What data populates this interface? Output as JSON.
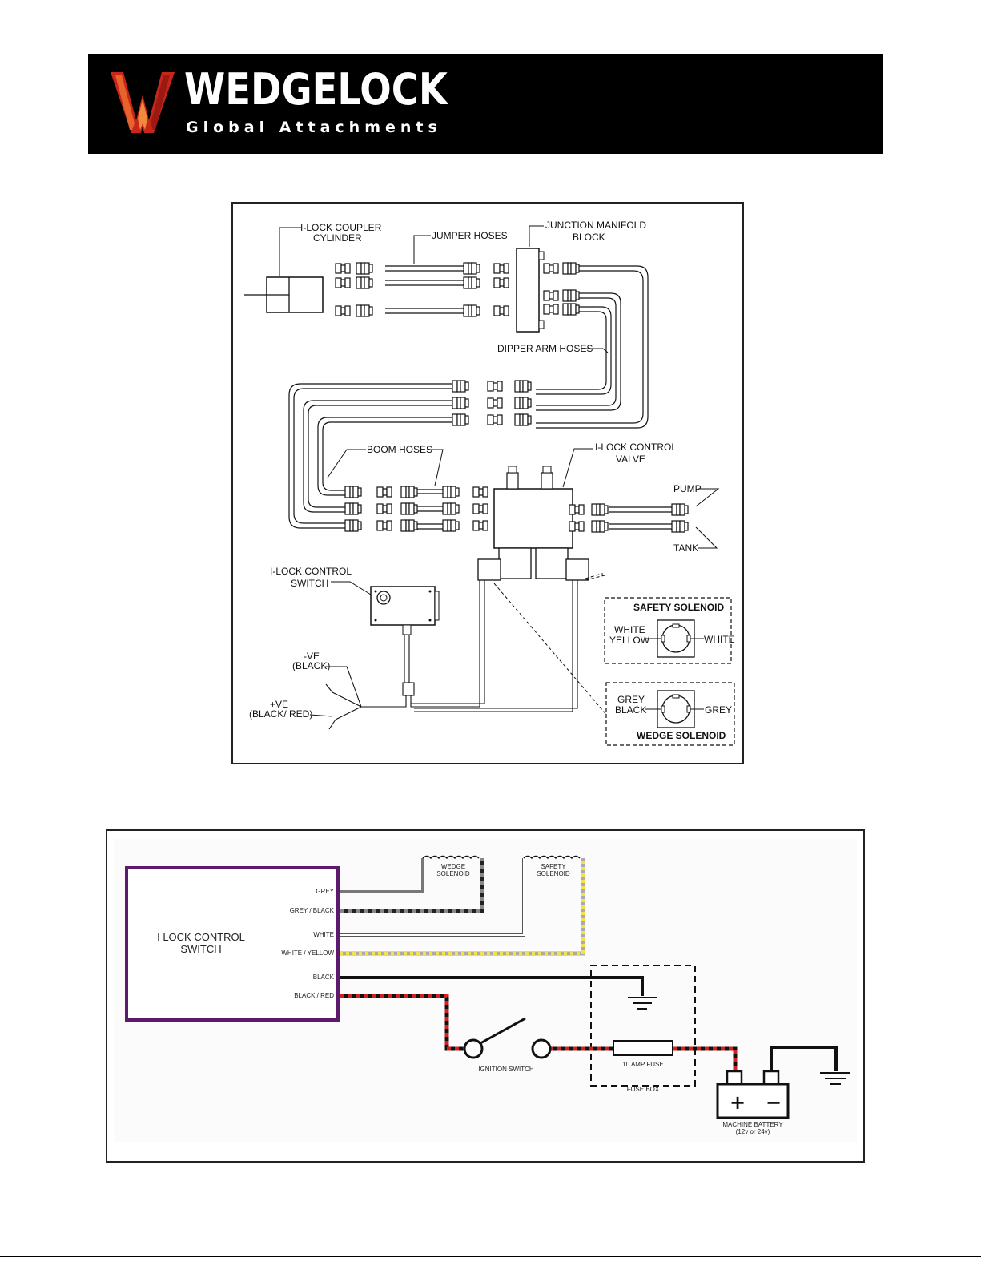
{
  "header": {
    "brand_name": "WEDGELOCK",
    "tagline": "Global Attachments",
    "colors": {
      "background": "#000000",
      "logo_red": "#c8261b",
      "logo_orange": "#e8632a",
      "text": "#ffffff"
    }
  },
  "hydraulic_diagram": {
    "labels": {
      "coupler_cylinder_1": "I-LOCK COUPLER",
      "coupler_cylinder_2": "CYLINDER",
      "jumper_hoses": "JUMPER HOSES",
      "manifold_1": "JUNCTION MANIFOLD",
      "manifold_2": "BLOCK",
      "dipper_arm_hoses": "DIPPER ARM HOSES",
      "boom_hoses": "BOOM HOSES",
      "control_valve_1": "I-LOCK CONTROL",
      "control_valve_2": "VALVE",
      "pump": "PUMP",
      "tank": "TANK",
      "control_switch_1": "I-LOCK CONTROL",
      "control_switch_2": "SWITCH",
      "neg_1": "-VE",
      "neg_2": "(BLACK)",
      "pos_1": "+VE",
      "pos_2": "(BLACK/ RED)",
      "safety_solenoid": "SAFETY SOLENOID",
      "safety_left_1": "WHITE",
      "safety_left_2": "YELLOW",
      "safety_right": "WHITE",
      "wedge_solenoid": "WEDGE SOLENOID",
      "wedge_left_1": "GREY",
      "wedge_left_2": "BLACK",
      "wedge_right": "GREY"
    }
  },
  "wiring_diagram": {
    "switch_label_1": "I LOCK CONTROL",
    "switch_label_2": "SWITCH",
    "wires": {
      "grey": "GREY",
      "grey_black": "GREY / BLACK",
      "white": "WHITE",
      "white_yellow": "WHITE / YELLOW",
      "black": "BLACK",
      "black_red": "BLACK / RED"
    },
    "wedge_solenoid_1": "WEDGE",
    "wedge_solenoid_2": "SOLENOID",
    "safety_solenoid_1": "SAFETY",
    "safety_solenoid_2": "SOLENOID",
    "ignition_switch": "IGNITION SWITCH",
    "fuse": "10 AMP FUSE",
    "fuse_box": "FUSE BOX",
    "battery_1": "MACHINE BATTERY",
    "battery_2": "(12v or 24v)",
    "battery_plus": "+",
    "battery_minus": "−",
    "colors": {
      "switch_border": "#5b1a6b",
      "wire_red": "#d42020",
      "wire_yellow": "#f2e34a",
      "wire_grey": "#777777"
    }
  }
}
